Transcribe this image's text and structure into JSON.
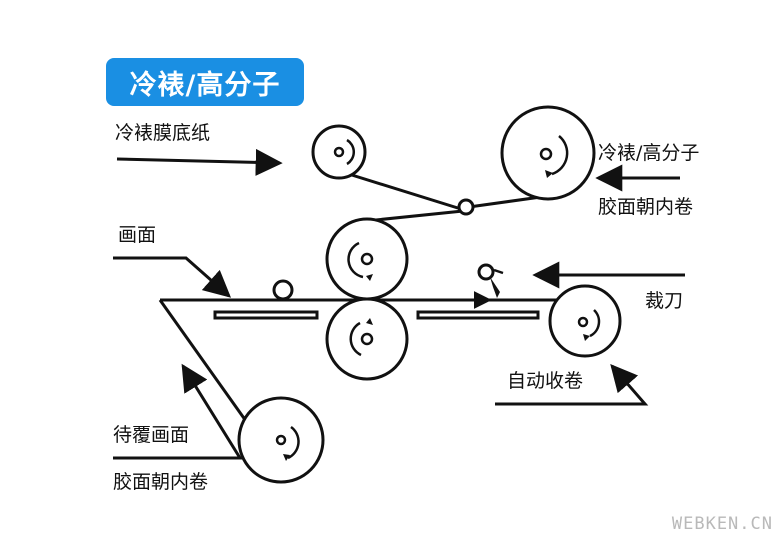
{
  "colors": {
    "accent": "#1a8fe3",
    "ink": "#111111",
    "watermark": "#b9b9b9"
  },
  "badge": {
    "text": "冷裱/高分子"
  },
  "labels": {
    "base_paper": "冷裱膜底纸",
    "film_roll_line1": "冷裱/高分子",
    "film_roll_line2": "胶面朝内卷",
    "surface": "画面",
    "cutter": "裁刀",
    "auto_rewind": "自动收卷",
    "pending_line1": "待覆画面",
    "pending_line2": "胶面朝内卷"
  },
  "watermark": "WEBKEN.CN"
}
